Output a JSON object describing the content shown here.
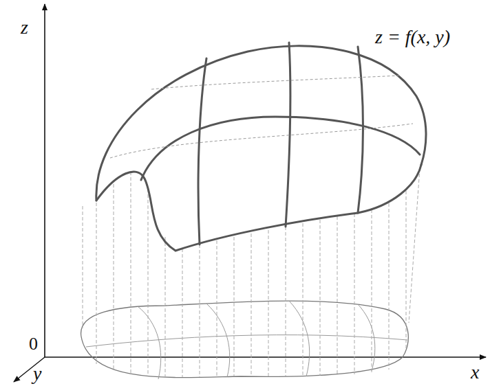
{
  "diagram": {
    "labels": [
      "z",
      "z = f(x, y)",
      "0",
      "x",
      "y"
    ]
  }
}
